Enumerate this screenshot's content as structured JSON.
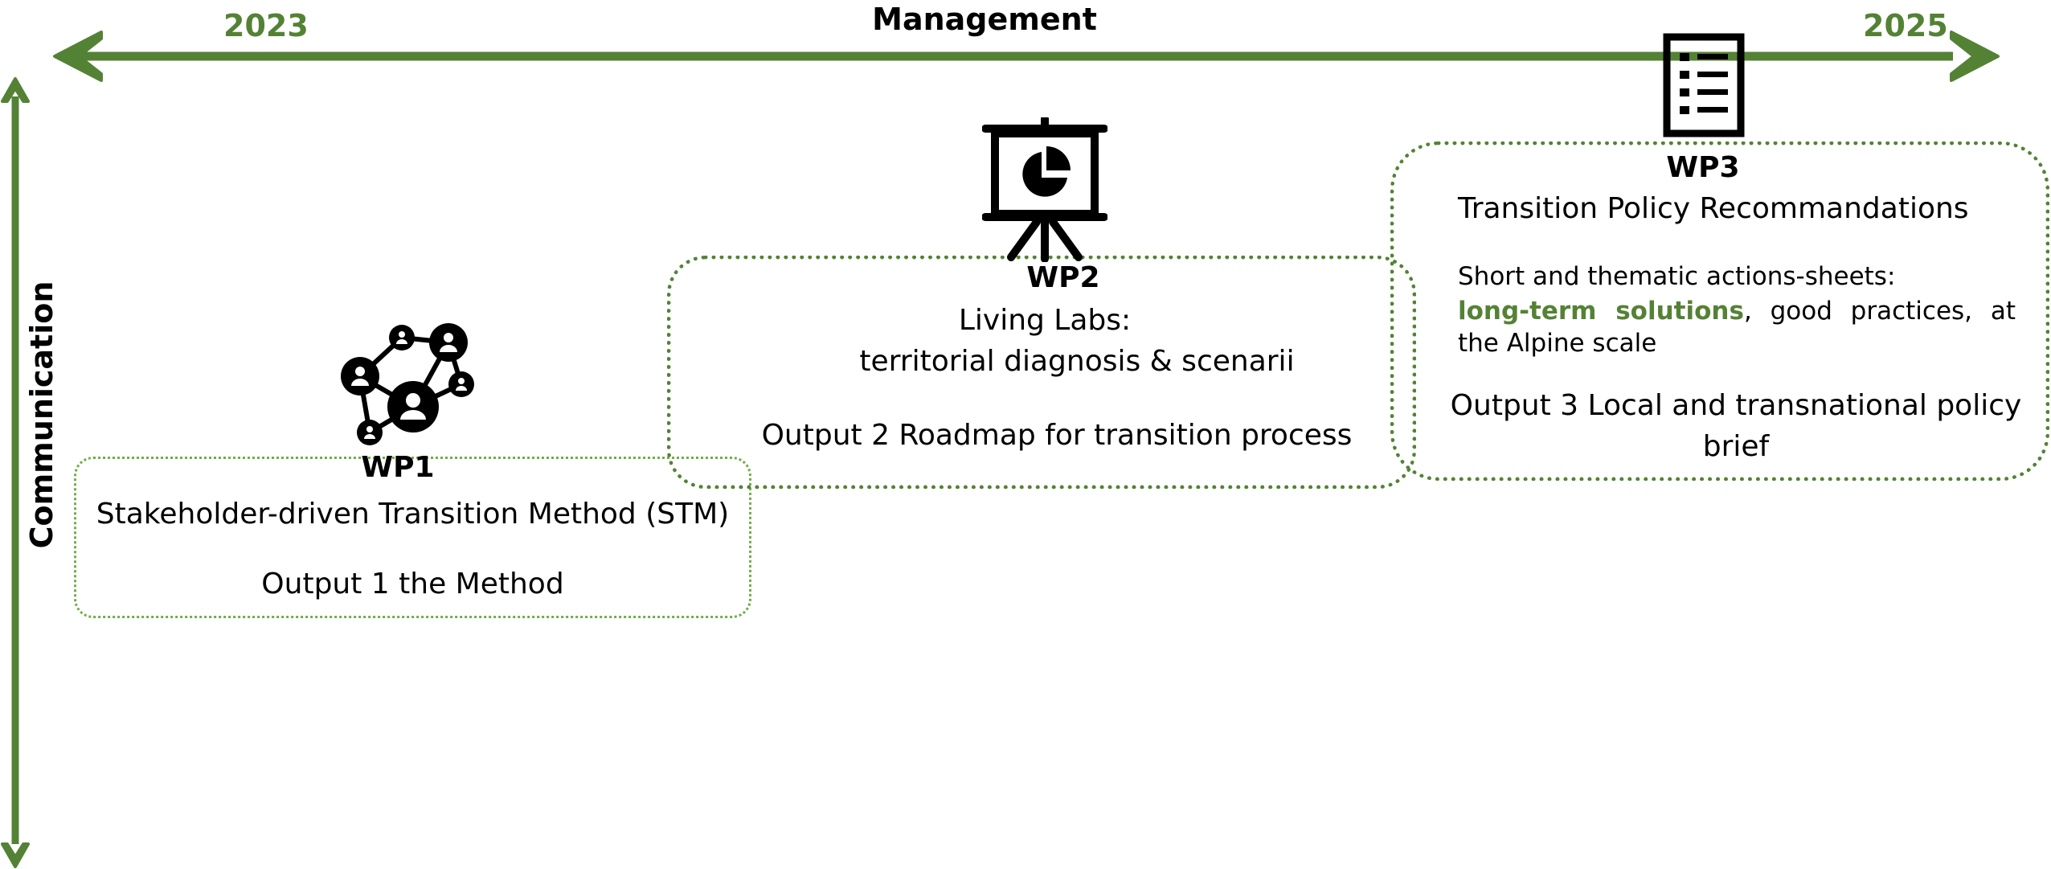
{
  "timeline": {
    "start_year": "2023",
    "end_year": "2025",
    "horizontal_label": "Management",
    "vertical_label": "Communication"
  },
  "wp1": {
    "title": "WP1",
    "subtitle": "Stakeholder-driven Transition Method (STM)",
    "output": "Output 1 the Method",
    "icon": "network-people-icon"
  },
  "wp2": {
    "title": "WP2",
    "subtitle_line1": "Living Labs:",
    "subtitle_line2": "territorial diagnosis & scenarii",
    "output": "Output 2 Roadmap for transition process",
    "icon": "presentation-board-icon"
  },
  "wp3": {
    "title": "WP3",
    "subtitle": "Transition Policy Recommandations",
    "actions_intro": "Short and thematic actions-sheets:",
    "actions_highlight": "long-term solutions",
    "actions_rest": ", good practices, at the Alpine scale",
    "output": "Output 3 Local and transnational policy brief",
    "icon": "checklist-icon"
  },
  "colors": {
    "arrow_green": "#548235",
    "light_green": "#70ad47",
    "text": "#000000"
  }
}
